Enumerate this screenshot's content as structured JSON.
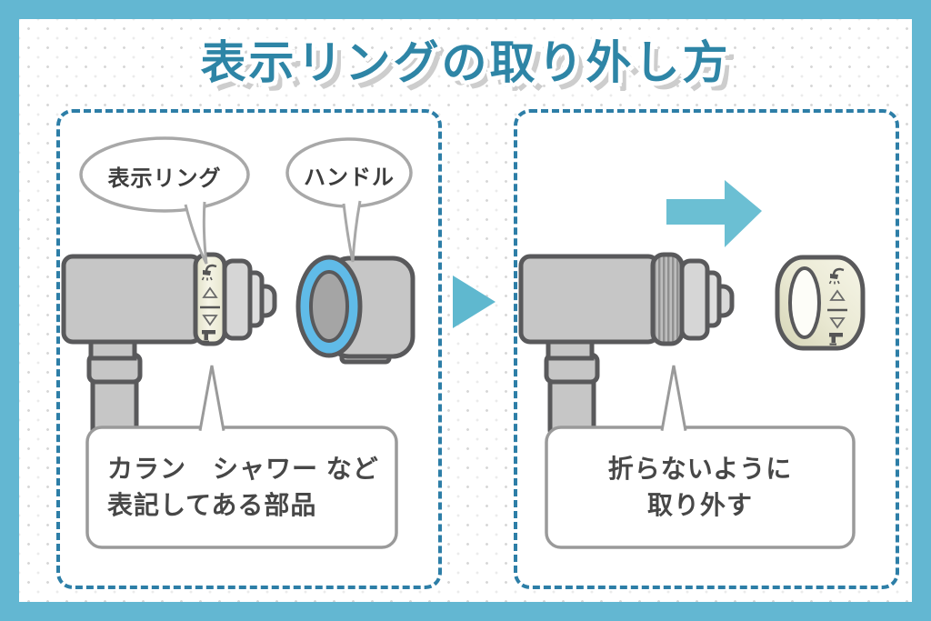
{
  "title": "表示リングの取り外し方",
  "left_panel": {
    "bubbles": [
      {
        "label": "表示リング"
      },
      {
        "label": "ハンドル"
      }
    ],
    "callout": {
      "line1": "カラン　シャワー など",
      "line2": "表記してある部品"
    }
  },
  "right_panel": {
    "callout": {
      "line1": "折らないように",
      "line2": "取り外す"
    }
  },
  "icons": [
    "shower-icon",
    "triangle-up-icon",
    "divider-line",
    "triangle-down-icon",
    "faucet-icon",
    "next-step-triangle-icon",
    "arrow-right-icon"
  ],
  "colors": {
    "frame": "#63b7d2",
    "panel_dashed_border": "#2d7ea7",
    "title_text": "#2e85a6",
    "title_shadow": "#cdcdcd",
    "arrow": "#6bbfd3",
    "handle_ring_blue": "#60bbe8",
    "valve_body_gray": "#c6c6c6",
    "outline_gray": "#59595b",
    "display_ring_cream": "#ece9d2",
    "callout_border": "#9a9a9a",
    "text_dark": "#3d3d3d"
  }
}
